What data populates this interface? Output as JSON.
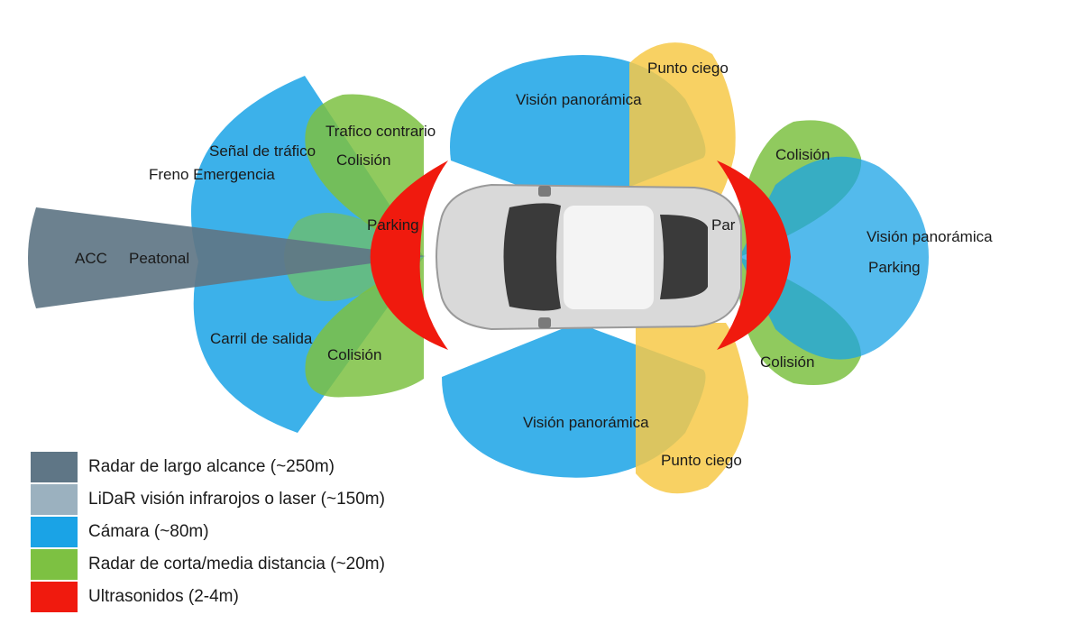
{
  "colors": {
    "radar_long": "#5f7686",
    "lidar": "#9bb1bf",
    "camera": "#1aa3e6",
    "radar_short": "#7dc142",
    "ultrasonic": "#f01a0e",
    "blind_spot": "#f7c948",
    "car_body": "#d9d9d9",
    "car_glass": "#3a3a3a"
  },
  "labels": {
    "acc": "ACC",
    "peatonal": "Peatonal",
    "senal_trafico": "Señal de tráfico",
    "freno_emergencia": "Freno Emergencia",
    "carril_salida": "Carril de salida",
    "trafico_contrario": "Trafico contrario",
    "colision_front_top": "Colisión",
    "colision_front_bottom": "Colisión",
    "parking_front": "Parking",
    "vision_top": "Visión panorámica",
    "vision_bottom": "Visión panorámica",
    "punto_ciego_top": "Punto ciego",
    "punto_ciego_bottom": "Punto ciego",
    "colision_rear_top": "Colisión",
    "colision_rear_bottom": "Colisión",
    "vision_rear": "Visión panorámica",
    "parking_rear": "Parking",
    "parking_rear_partial": "Par"
  },
  "legend": [
    {
      "label": "Radar de largo alcance (~250m)",
      "color": "#5f7686"
    },
    {
      "label": "LiDaR visión infrarojos o laser (~150m)",
      "color": "#9bb1bf"
    },
    {
      "label": "Cámara (~80m)",
      "color": "#1aa3e6"
    },
    {
      "label": "Radar de corta/media distancia (~20m)",
      "color": "#7dc142"
    },
    {
      "label": "Ultrasonidos (2-4m)",
      "color": "#f01a0e"
    }
  ]
}
